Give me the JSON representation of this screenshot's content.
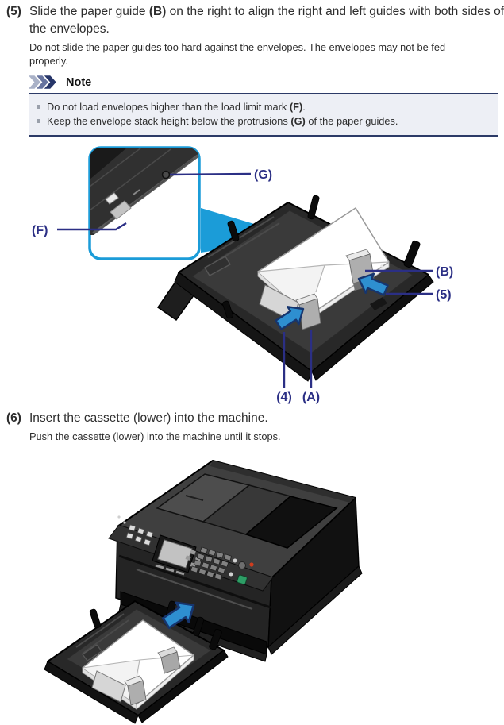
{
  "step5": {
    "num": "(5)",
    "text_before": "Slide the paper guide ",
    "text_bold": "(B)",
    "text_after": " on the right to align the right and left guides with both sides of the envelopes.",
    "subtext": "Do not slide the paper guides too hard against the envelopes. The envelopes may not be fed properly."
  },
  "note": {
    "title": "Note",
    "items": [
      {
        "before": "Do not load envelopes higher than the load limit mark ",
        "bold": "(F)",
        "after": "."
      },
      {
        "before": "Keep the envelope stack height below the protrusions ",
        "bold": "(G)",
        "after": " of the paper guides."
      }
    ]
  },
  "figure1": {
    "labels": {
      "g": "(G)",
      "f": "(F)",
      "b": "(B)",
      "step": "(5)",
      "step4": "(4)",
      "a": "(A)"
    }
  },
  "step6": {
    "num": "(6)",
    "text": "Insert the cassette (lower) into the machine.",
    "subtext": "Push the cassette (lower) into the machine until it stops."
  },
  "colors": {
    "label_navy": "#2b2f85",
    "callout_blue": "#1b9cd8",
    "arrow_blue": "#2e8fd0",
    "arrow_outline": "#16356e",
    "note_border": "#2c3a67",
    "note_bg": "#edeff5",
    "text": "#2d2d2d"
  }
}
